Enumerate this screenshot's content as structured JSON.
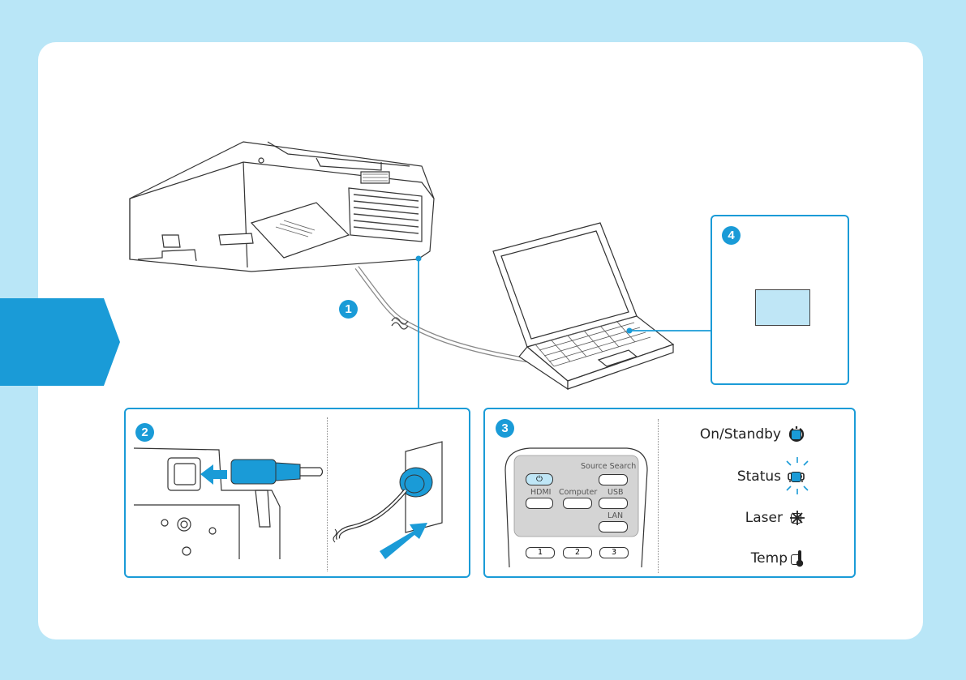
{
  "steps": {
    "one": "1",
    "two": "2",
    "three": "3",
    "four": "4"
  },
  "remote": {
    "power_symbol": "⏻",
    "source_search": "Source Search",
    "hdmi": "HDMI",
    "computer": "Computer",
    "usb": "USB",
    "lan": "LAN",
    "num1": "1",
    "num2": "2",
    "num3": "3"
  },
  "indicators": [
    {
      "label": "On/Standby",
      "icon": "power-icon",
      "state": "on"
    },
    {
      "label": "Status",
      "icon": "projector-icon",
      "state": "flashing"
    },
    {
      "label": "Laser",
      "icon": "laser-icon",
      "state": "off"
    },
    {
      "label": "Temp",
      "icon": "thermometer-icon",
      "state": "off"
    }
  ],
  "colors": {
    "accent": "#1a9bd7",
    "background": "#b9e6f7",
    "screen": "#bfe6f6"
  }
}
